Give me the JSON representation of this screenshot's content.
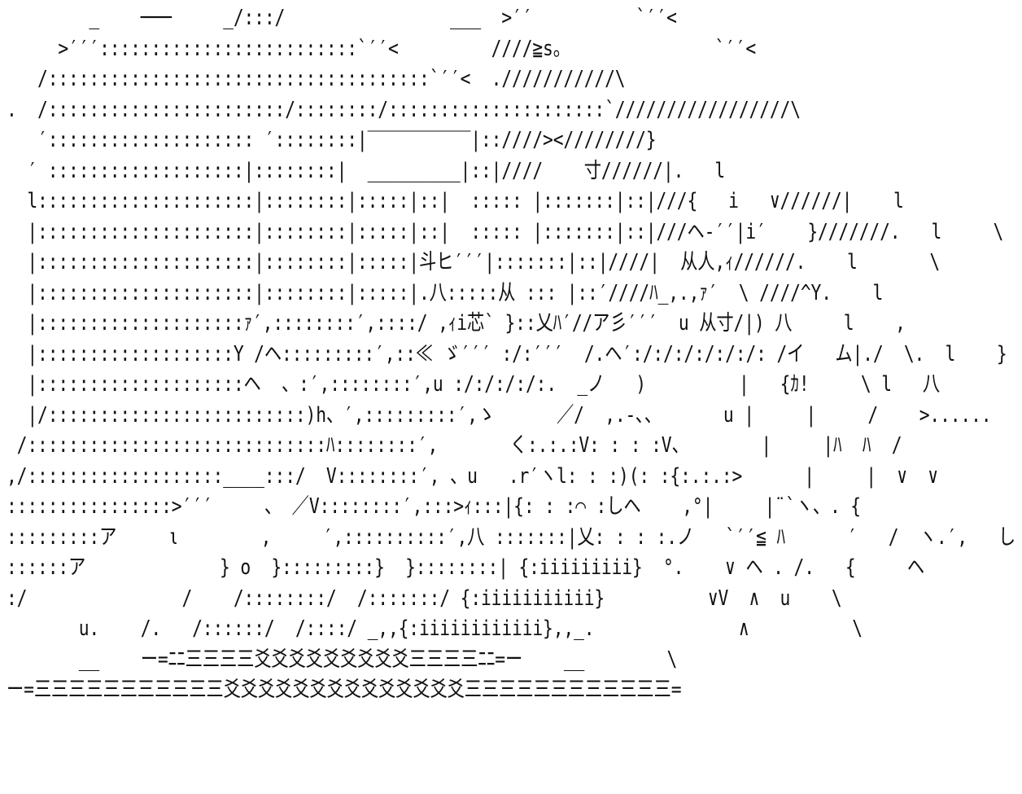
{
  "art": {
    "foreground_color": "#111111",
    "background_color": "#ffffff",
    "lines": [
      "        _    ───     _/:::/                ___  >′′          `′′<",
      "     >′′′:::::::::::::::::::::::::`′′<         ////≧s。              `′′<",
      "   /:::::::::::::::::::::::::::::::::::::`′′<  .///////////\\",
      ".  /:::::::::::::::::::::::/::::::::/:::::::::::::::::::::`/////////////////\\",
      "   ′:::::::::::::::::::: ′::::::::|‾‾‾‾‾‾‾‾‾‾|::////><////////}",
      "  ′ :::::::::::::::::::|::::::::|  _________|::|////    寸//////|.   l",
      "  l:::::::::::::::::::::|::::::::|:::::|::|  ::::: |:::::::|::|///{   i   ∨//////|    l",
      "  |:::::::::::::::::::::|::::::::|:::::|::|  ::::: |:::::::|::|///ヘ-′′|i′    }///////.   l     \\",
      "  |:::::::::::::::::::::|::::::::|:::::|斗ヒ′′′|:::::::|::|////|  从人,ｨ//////.    l       \\",
      "  |:::::::::::::::::::::|::::::::|:::::|.八:::::从 ::: |::′////ﾊ_,.,ｧ′  \\ ////^Y.    l",
      "  |::::::::::::::::::::ｧ′,::::::::′,::::/ ,ｨi芯` }::乂ﾊ′//ア彡′′′  u 从寸/|) 八     l    ,",
      "  |:::::::::::::::::::Y /ヘ:::::::::′,::≪ ゞ′′′ :/:′′′  /.ヘ′:/:/:/:/:/:/: /イ   ム|./  \\.  l    }",
      "  |::::::::::::::::::::ヘ  、:′,::::::::′,u :/:/:/:/:.  _ノ   )         |   {ｶ!     \\ l   八",
      "  |/:::::::::::::::::::::::::)h、′,:::::::::′,ゝ      ／/  ,.-､、      u |     |     /    >......",
      " /:::::::::::::::::::::::::::::ﾊ::::::::′,       く:.:.:V: : : :V、       |     |ﾊ  ﾊ  /",
      ",/:::::::::::::::::::____:::/  V::::::::′, 、u   .r′ヽl: : :)(: :{:.:.:>      |     |  ∨  ∨",
      "::::::::::::::::>′′′     、 ／V::::::::′,:::>ｨ:::|{: : :⌒ :しヘ    ,°|     |¨`ヽ、. {",
      ":::::::::ア     ι        ,     ′,::::::::::′,八 :::::::|乂: : : :.ノ   `′′≦ ﾊ      ′   /  ヽ.′,   し",
      "::::::ア             } o  }:::::::::}  }::::::::| {:iiiiiiiii}  °.    ∨ ヘ . /.   {     ヘ",
      ":/               /    /::::::::/  /:::::::/ {:iiiiiiiiiii}          ∨V  ∧  u    \\",
      "       u.    /.   /::::::/  /::::/ _,,{:iiiiiiiiiiii},,_.              ∧          \\",
      "       __    ー=ﾆﾆ三三三三爻爻爻爻爻爻爻爻爻三三三三ﾆﾆ=ー    __        \\",
      "ー=三三三三三三三三三三三爻爻爻爻爻爻爻爻爻爻爻爻爻爻三三三三三三三三三三三三="
    ]
  }
}
